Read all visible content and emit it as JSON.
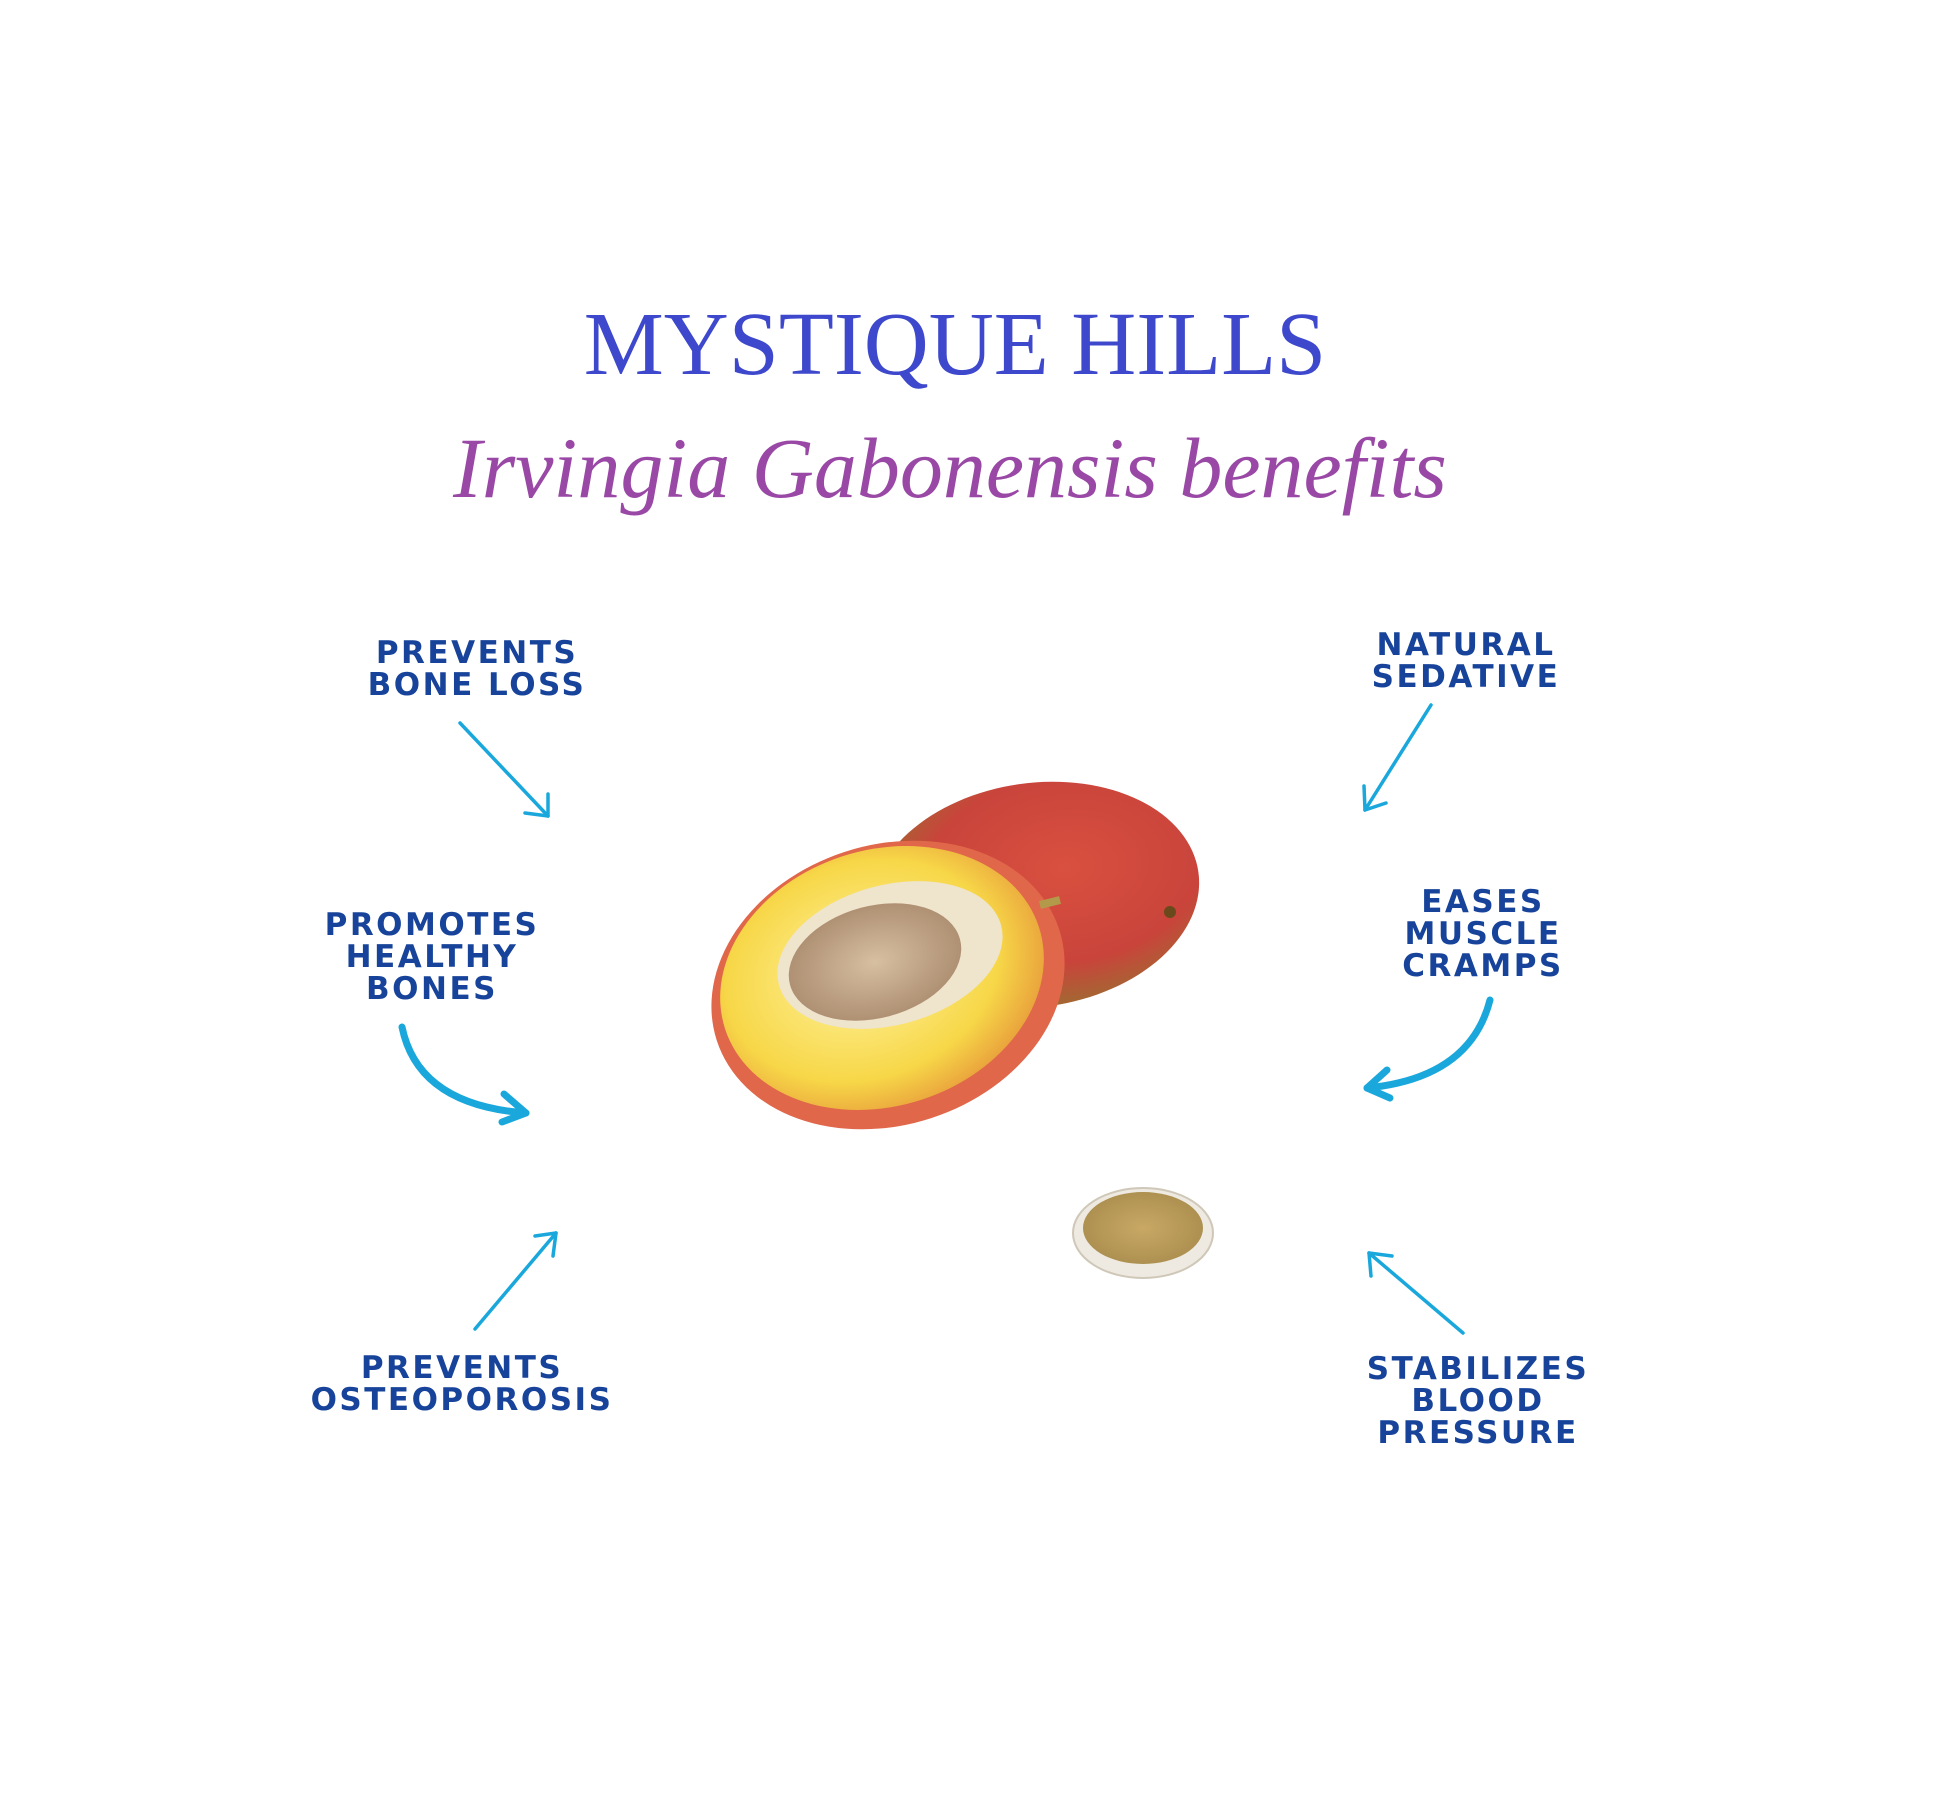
{
  "header": {
    "title": "MYSTIQUE HILLS",
    "subtitle": "Irvingia Gabonensis benefits"
  },
  "benefits": [
    {
      "lines": [
        "PREVENTS",
        "BONE LOSS"
      ]
    },
    {
      "lines": [
        "PROMOTES",
        "HEALTHY",
        "BONES"
      ]
    },
    {
      "lines": [
        "PREVENTS",
        "OSTEOPOROSIS"
      ]
    },
    {
      "lines": [
        "NATURAL",
        "SEDATIVE"
      ]
    },
    {
      "lines": [
        "EASES",
        "MUSCLE",
        "CRAMPS"
      ]
    },
    {
      "lines": [
        "STABILIZES",
        "BLOOD",
        "PRESSURE"
      ]
    }
  ],
  "colors": {
    "title": "#3d48cc",
    "subtitle": "#9a48a6",
    "label": "#17449a",
    "arrow": "#1aa8dc"
  }
}
